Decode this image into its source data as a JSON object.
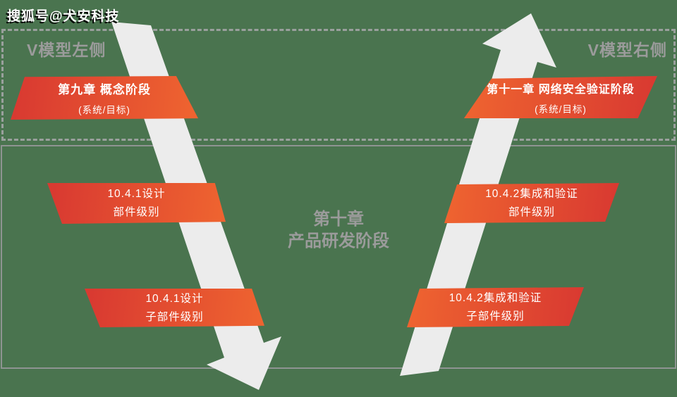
{
  "watermark": "搜狐号@犬安科技",
  "zones": {
    "left_label": "V模型左侧",
    "right_label": "V模型右侧"
  },
  "center_phase": {
    "line1": "第十章",
    "line2": "产品研发阶段"
  },
  "phases": {
    "concept": {
      "title": "第九章 概念阶段",
      "subtitle": "(系统/目标)"
    },
    "verification": {
      "title": "第十一章 网络安全验证阶段",
      "subtitle": "(系统/目标)"
    },
    "design_component": {
      "line1": "10.4.1设计",
      "line2": "部件级别"
    },
    "design_subcomponent": {
      "line1": "10.4.1设计",
      "line2": "子部件级别"
    },
    "integration_component": {
      "line1": "10.4.2集成和验证",
      "line2": "部件级别"
    },
    "integration_subcomponent": {
      "line1": "10.4.2集成和验证",
      "line2": "子部件级别"
    }
  },
  "icons": {
    "down_arrow": "down-right flow arrow (decomposition)",
    "up_arrow": "up-right flow arrow (integration)"
  },
  "colors": {
    "background_green": "#4a744f",
    "phase_red": "#d93a31",
    "phase_orange": "#ee6330",
    "label_gray": "#9b9b9b",
    "line_gray": "#8f9492",
    "arrow_gray": "#ececec",
    "text_white": "#ffffff"
  }
}
